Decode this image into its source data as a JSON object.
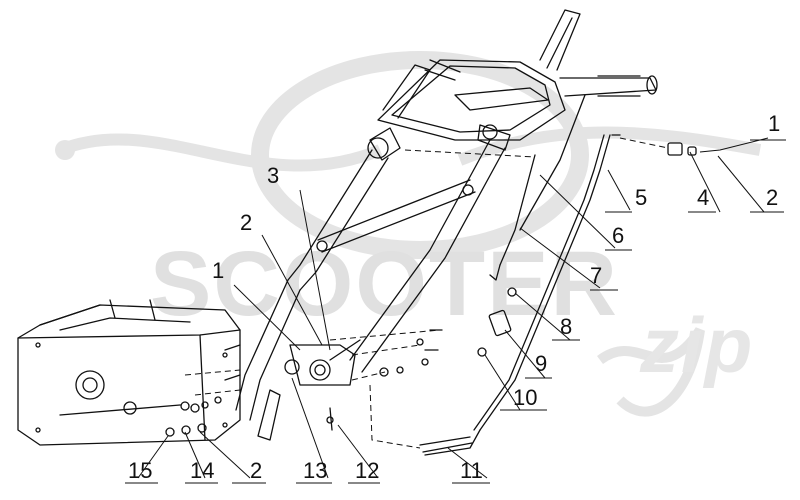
{
  "watermark": {
    "brand": "SCOOTER",
    "script": "zip",
    "color": "#d9d9d9"
  },
  "callouts": [
    {
      "label": "1"
    },
    {
      "label": "2"
    },
    {
      "label": "3"
    },
    {
      "label": "1"
    },
    {
      "label": "2"
    },
    {
      "label": "4"
    },
    {
      "label": "5"
    },
    {
      "label": "6"
    },
    {
      "label": "7"
    },
    {
      "label": "8"
    },
    {
      "label": "9"
    },
    {
      "label": "10"
    },
    {
      "label": "11"
    },
    {
      "label": "12"
    },
    {
      "label": "13"
    },
    {
      "label": "2"
    },
    {
      "label": "14"
    },
    {
      "label": "15"
    }
  ],
  "colors": {
    "line": "#111111",
    "shade": "#cfcfcf"
  }
}
